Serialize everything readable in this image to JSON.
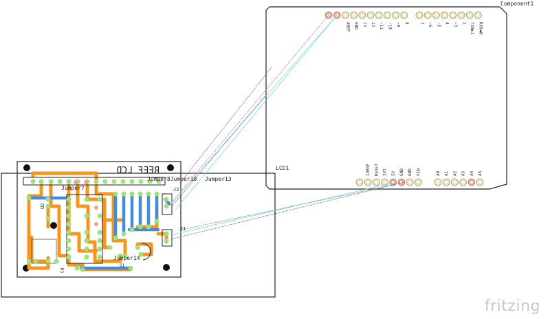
{
  "component_label": "Component1",
  "lcd_label": "LCD1",
  "pcb": {
    "title_mirrored": "REEF LCD",
    "labels": {
      "jumper7": "Jumper7",
      "jumper14": "Jumper14",
      "jumper13": "Jumper13",
      "jumper_stack": "Jumper8Jumper10",
      "j2": "J2",
      "j1": "J1",
      "u2": "U2",
      "r3": "R3",
      "s1": "S1"
    }
  },
  "arduino": {
    "top_header_labels": [
      "AREF",
      "GND",
      "13",
      "12",
      "~11",
      "~10",
      "~9",
      "8",
      "7",
      "~6",
      "~5",
      "4",
      "~3",
      "2",
      "TX0▶1",
      "RX0◀0"
    ],
    "bottom_header_labels": [
      "IOREF",
      "RESET",
      "3V3",
      "5V",
      "GND",
      "GND",
      "VIN",
      "A0",
      "A1",
      "A2",
      "A3",
      "A4",
      "A5"
    ]
  },
  "colors": {
    "trace": "#f7941d",
    "jumper": "#418dd9",
    "pad": "#9ee07a",
    "pin_highlight": "#f4a18a",
    "header_pin": "#f2e6a8"
  },
  "watermark": "fritzing"
}
